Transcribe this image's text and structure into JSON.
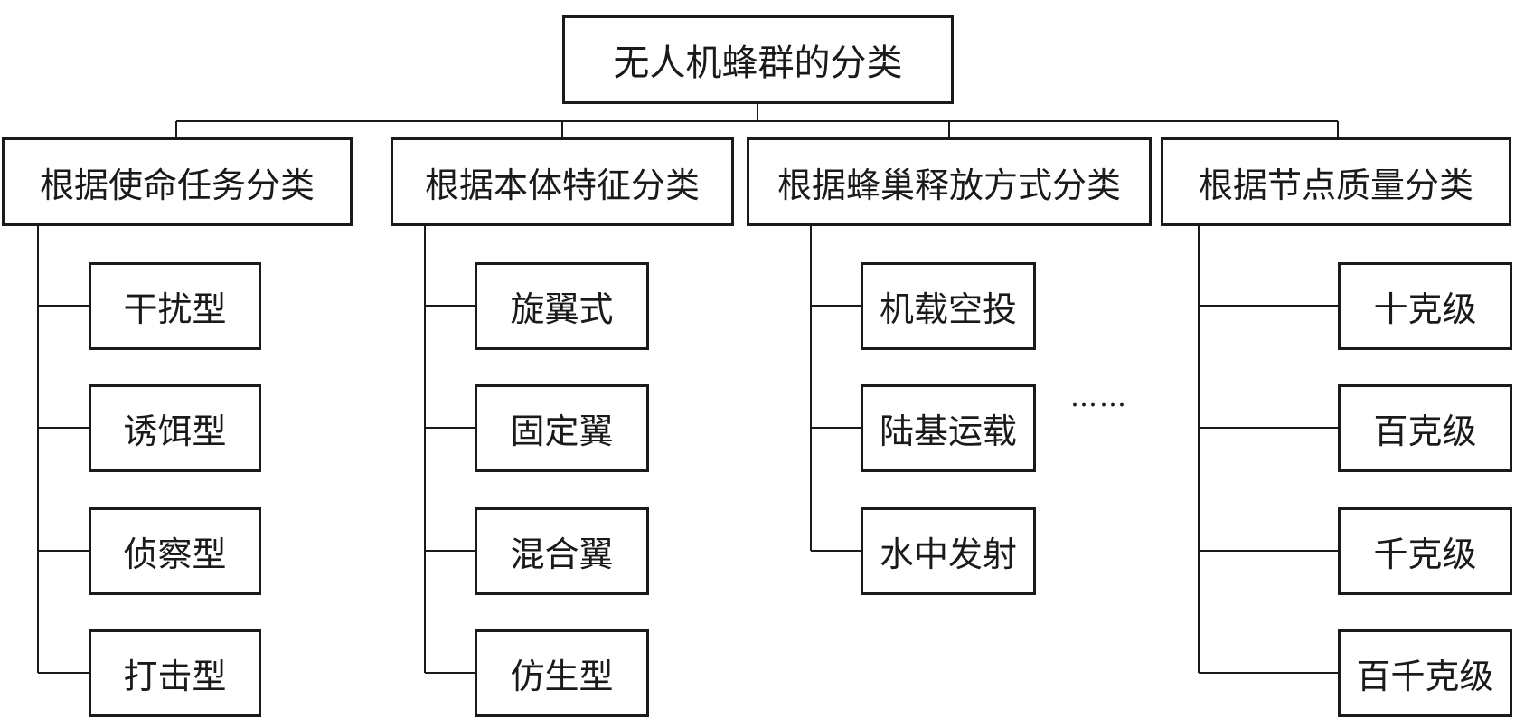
{
  "root": {
    "label": "无人机蜂群的分类"
  },
  "categories": [
    {
      "label": "根据使命任务分类",
      "items": [
        "干扰型",
        "诱饵型",
        "侦察型",
        "打击型"
      ]
    },
    {
      "label": "根据本体特征分类",
      "items": [
        "旋翼式",
        "固定翼",
        "混合翼",
        "仿生型"
      ]
    },
    {
      "label": "根据蜂巢释放方式分类",
      "items": [
        "机载空投",
        "陆基运载",
        "水中发射"
      ]
    },
    {
      "label": "根据节点质量分类",
      "items": [
        "十克级",
        "百克级",
        "千克级",
        "百千克级"
      ]
    }
  ],
  "ellipsis": "……",
  "colors": {
    "line": "#1a1a1a",
    "box_border": "#1a1a1a",
    "background": "#ffffff"
  }
}
